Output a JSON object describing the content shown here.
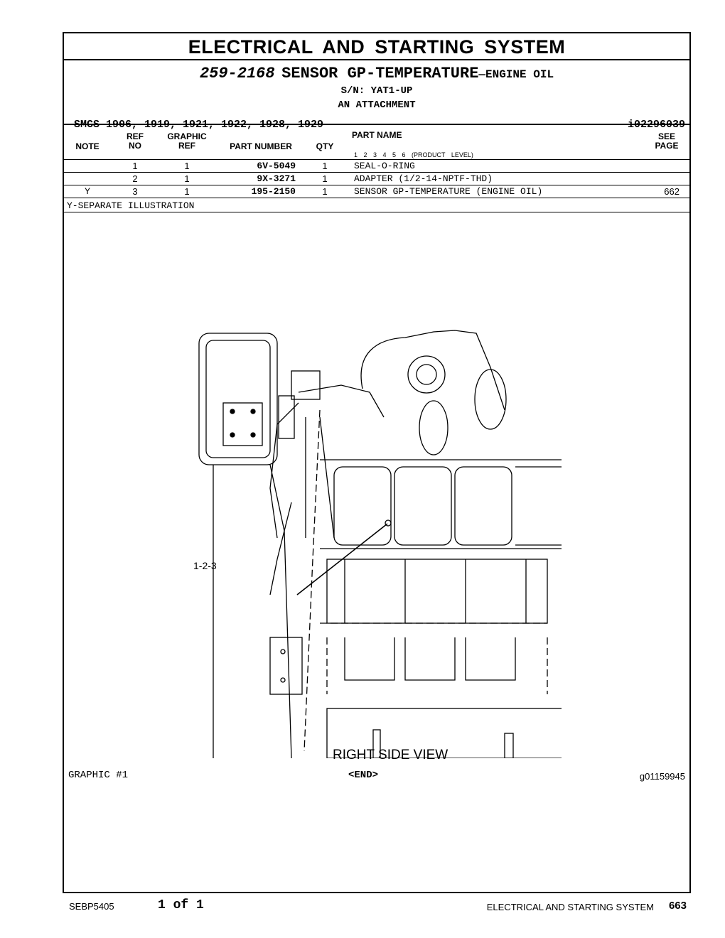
{
  "section_title": "ELECTRICAL AND STARTING SYSTEM",
  "group": {
    "number": "259-2168",
    "name": "SENSOR GP-TEMPERATURE",
    "subname": "—ENGINE OIL",
    "serial": "S/N: YAT1-UP",
    "attachment": "AN ATTACHMENT",
    "smcs": "SMCS-1906, 1919, 1921, 1922, 1928, 1929",
    "ident": "i02296039"
  },
  "columns": {
    "note": "NOTE",
    "ref_no_1": "REF",
    "ref_no_2": "NO",
    "graphic_ref_1": "GRAPHIC",
    "graphic_ref_2": "REF",
    "part_number": "PART NUMBER",
    "qty": "QTY",
    "part_name": "PART NAME",
    "product_level": "1 2 3 4 5 6 (PRODUCT LEVEL)",
    "see_page_1": "SEE",
    "see_page_2": "PAGE"
  },
  "rows": [
    {
      "note": "",
      "ref": "1",
      "graphic": "1",
      "part_number": "6V-5049",
      "qty": "1",
      "name": "SEAL-O-RING",
      "page": ""
    },
    {
      "note": "",
      "ref": "2",
      "graphic": "1",
      "part_number": "9X-3271",
      "qty": "1",
      "name": "ADAPTER (1/2-14-NPTF-THD)",
      "page": ""
    },
    {
      "note": "Y",
      "ref": "3",
      "graphic": "1",
      "part_number": "195-2150",
      "qty": "1",
      "name": "SENSOR GP-TEMPERATURE (ENGINE OIL)",
      "page": "662"
    }
  ],
  "notes": {
    "y": "Y-SEPARATE ILLUSTRATION"
  },
  "illustration": {
    "view_label": "RIGHT SIDE VIEW",
    "callout": "1-2-3",
    "graphic_label": "GRAPHIC #1",
    "end": "<END>",
    "graphic_id": "g01159945"
  },
  "footer": {
    "doc": "SEBP5405",
    "pages": "1 of 1",
    "section": "ELECTRICAL AND STARTING SYSTEM",
    "page_number": "663"
  }
}
